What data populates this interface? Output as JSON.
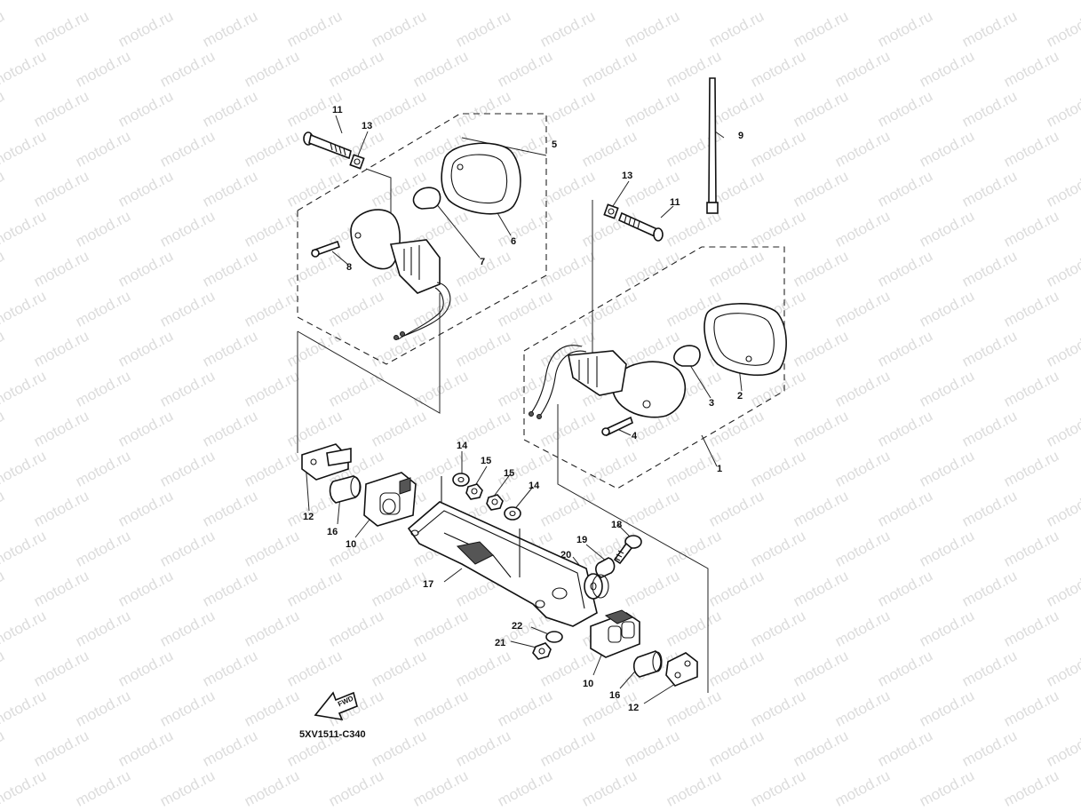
{
  "watermark": {
    "text": "motod.ru"
  },
  "diagram": {
    "code": "5XV1511-C340",
    "fwd_label": "FWD",
    "callouts": [
      "1",
      "2",
      "3",
      "4",
      "5",
      "6",
      "7",
      "8",
      "9",
      "10",
      "10",
      "11",
      "11",
      "12",
      "12",
      "13",
      "13",
      "14",
      "14",
      "15",
      "15",
      "16",
      "16",
      "17",
      "18",
      "19",
      "20",
      "21",
      "22"
    ]
  }
}
